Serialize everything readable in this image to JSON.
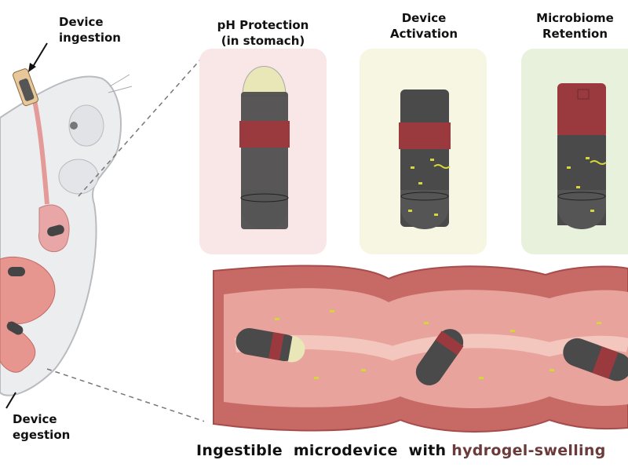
{
  "labels": {
    "ingestion": "Device\ningestion",
    "egestion": "Device\negestion"
  },
  "stages": [
    {
      "title": "pH Protection\n(in stomach)",
      "bg": "#f9e6e6"
    },
    {
      "title": "Device\nActivation",
      "bg": "#f7f6e3"
    },
    {
      "title": "Microbiome\nRetention",
      "bg": "#e8f1dc"
    }
  ],
  "caption": {
    "main": "Ingestible  microdevice  with ",
    "highlight": "hydrogel-swelling"
  },
  "colors": {
    "capsule_body": "#4a4a4a",
    "band": "#9b3a3e",
    "cap": "#e9e6b8",
    "intestine": "#d9807a",
    "bacteria": "#d6d63a"
  }
}
